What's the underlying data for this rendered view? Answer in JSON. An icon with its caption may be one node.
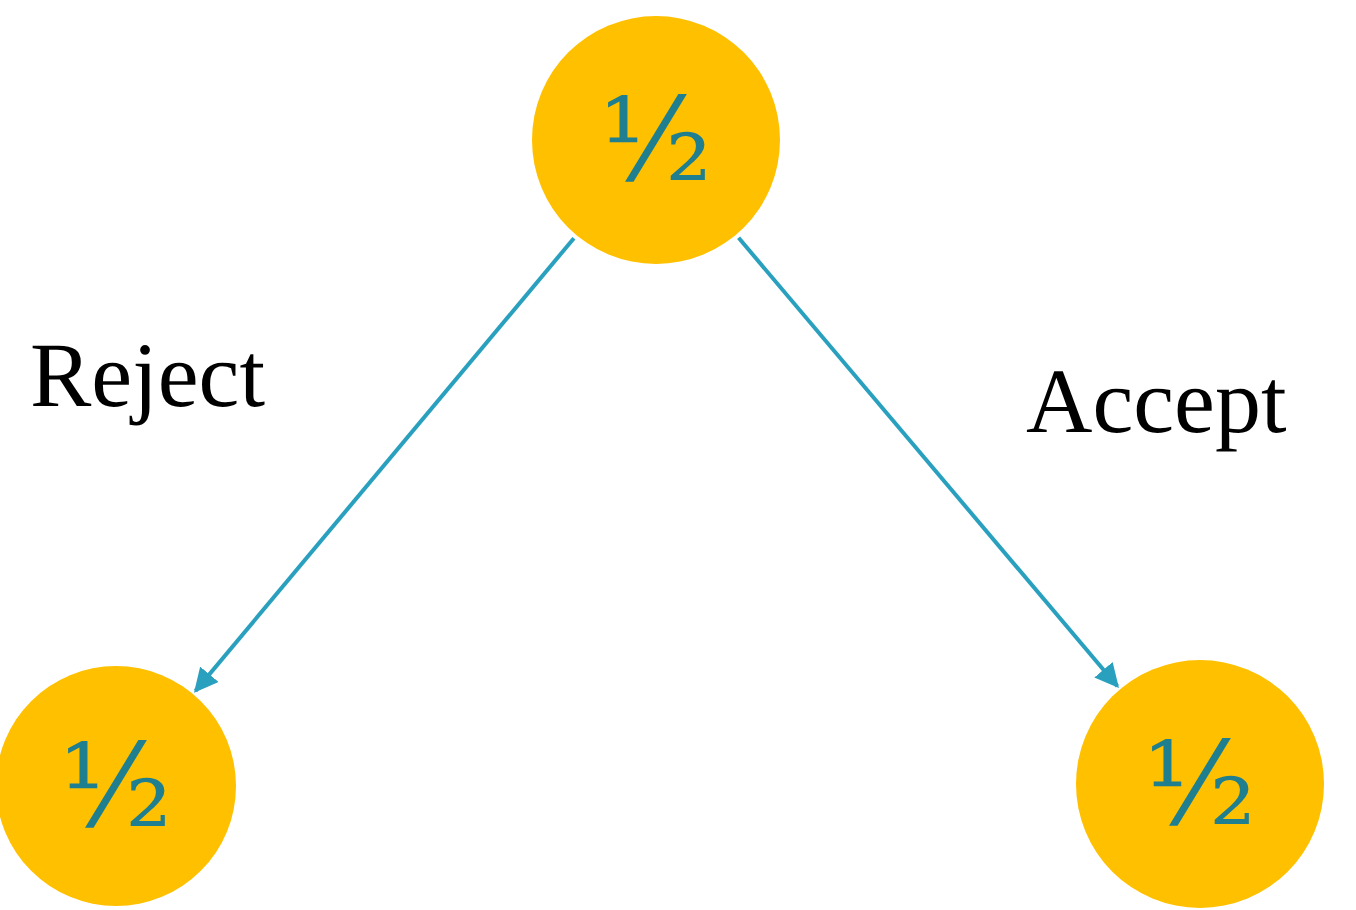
{
  "diagram": {
    "nodes": [
      {
        "text": [
          "½"
        ]
      },
      {
        "text": [
          "½"
        ]
      },
      {
        "text": [
          "½"
        ]
      }
    ],
    "edges": [
      {
        "from": 0,
        "to": 1,
        "arrow": "to",
        "label": "Reject"
      },
      {
        "from": 0,
        "to": 2,
        "arrow": "to",
        "label": "Accept"
      }
    ]
  }
}
